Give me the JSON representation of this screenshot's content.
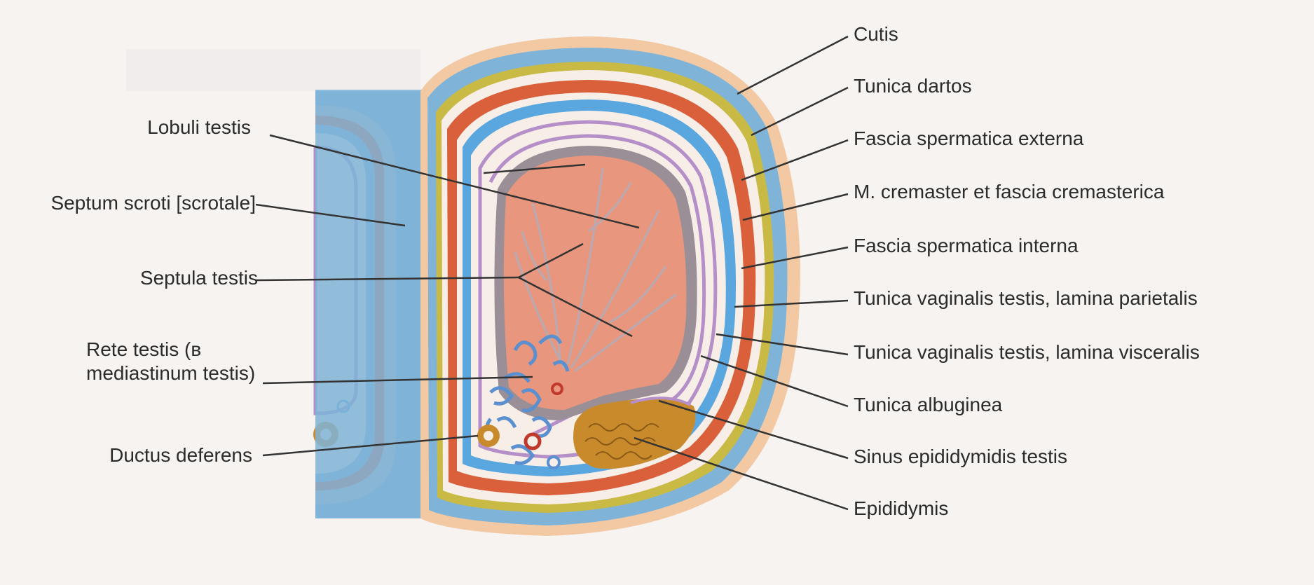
{
  "labels_left": {
    "lobuli": "Lobuli testis",
    "septum": "Septum scroti [scrotale]",
    "septula": "Septula testis",
    "rete_line1": "Rete testis (в",
    "rete_line2": "mediastinum testis)",
    "ductus": "Ductus deferens"
  },
  "labels_right": {
    "cutis": "Cutis",
    "dartos": "Tunica dartos",
    "fascia_ext": "Fascia spermatica externa",
    "cremaster": "M. cremaster et fascia cremasterica",
    "fascia_int": "Fascia spermatica interna",
    "vag_pariet": "Tunica vaginalis testis, lamina parietalis",
    "vag_visc": "Tunica vaginalis testis, lamina visceralis",
    "albuginea": "Tunica albuginea",
    "sinus": "Sinus epididymidis testis",
    "epididymis": "Epididymis"
  },
  "colors": {
    "cutis": "#f3c9a4",
    "dartos": "#7bb3d9",
    "fascia_ext": "#c9b945",
    "cremaster": "#d9603a",
    "fascia_int": "#5aa7df",
    "vaginalis": "#b58fc8",
    "albuginea": "#9a8f96",
    "testis": "#e9967e",
    "epididymis": "#c98a2c",
    "leader": "#333333"
  }
}
